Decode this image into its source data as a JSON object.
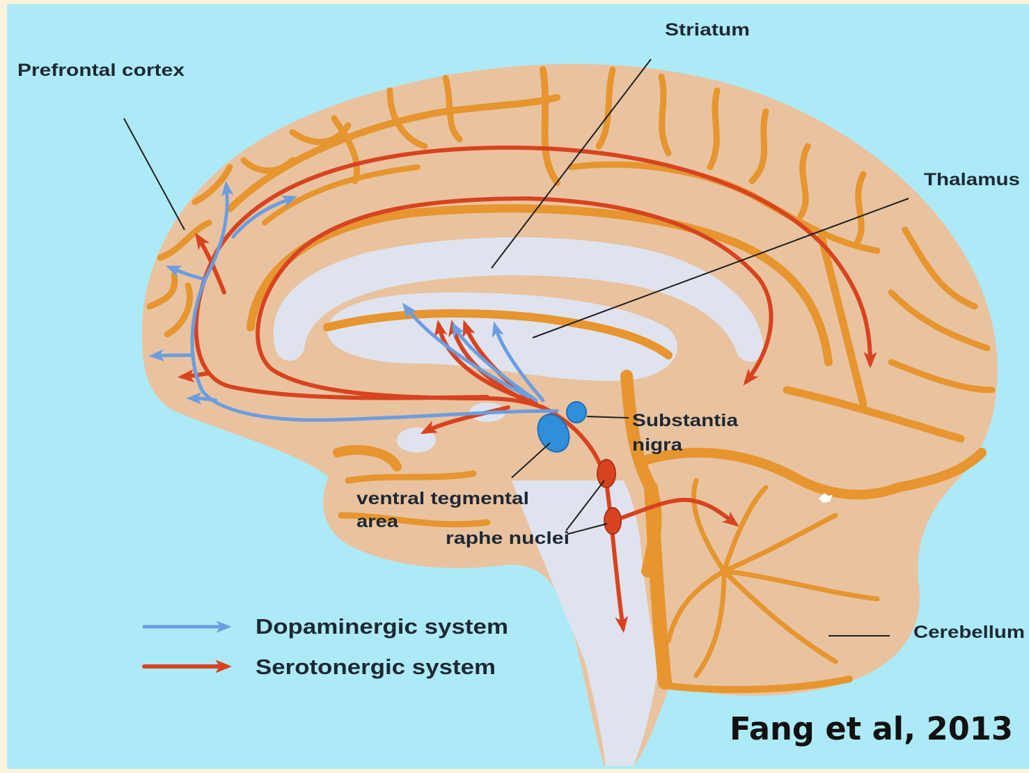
{
  "labels": {
    "prefrontal_cortex": "Prefrontal cortex",
    "striatum": "Striatum",
    "thalamus": "Thalamus",
    "substantia_nigra": [
      "Substantia",
      "nigra"
    ],
    "ventral_tegmental_area": [
      "ventral tegmental",
      "area"
    ],
    "raphe_nuclei": "raphe nuclei",
    "cerebellum": "Cerebellum"
  },
  "legend": {
    "dopaminergic": {
      "label": "Dopaminergic system",
      "color": "#6b9de0"
    },
    "serotonergic": {
      "label": "Serotonergic system",
      "color": "#d8431f"
    }
  },
  "citation": "Fang et al, 2013",
  "colors": {
    "background": "#adeaf7",
    "brain": "#e9c39f",
    "sulci": "#e6952f",
    "white_matter": "#dfe3ee"
  }
}
